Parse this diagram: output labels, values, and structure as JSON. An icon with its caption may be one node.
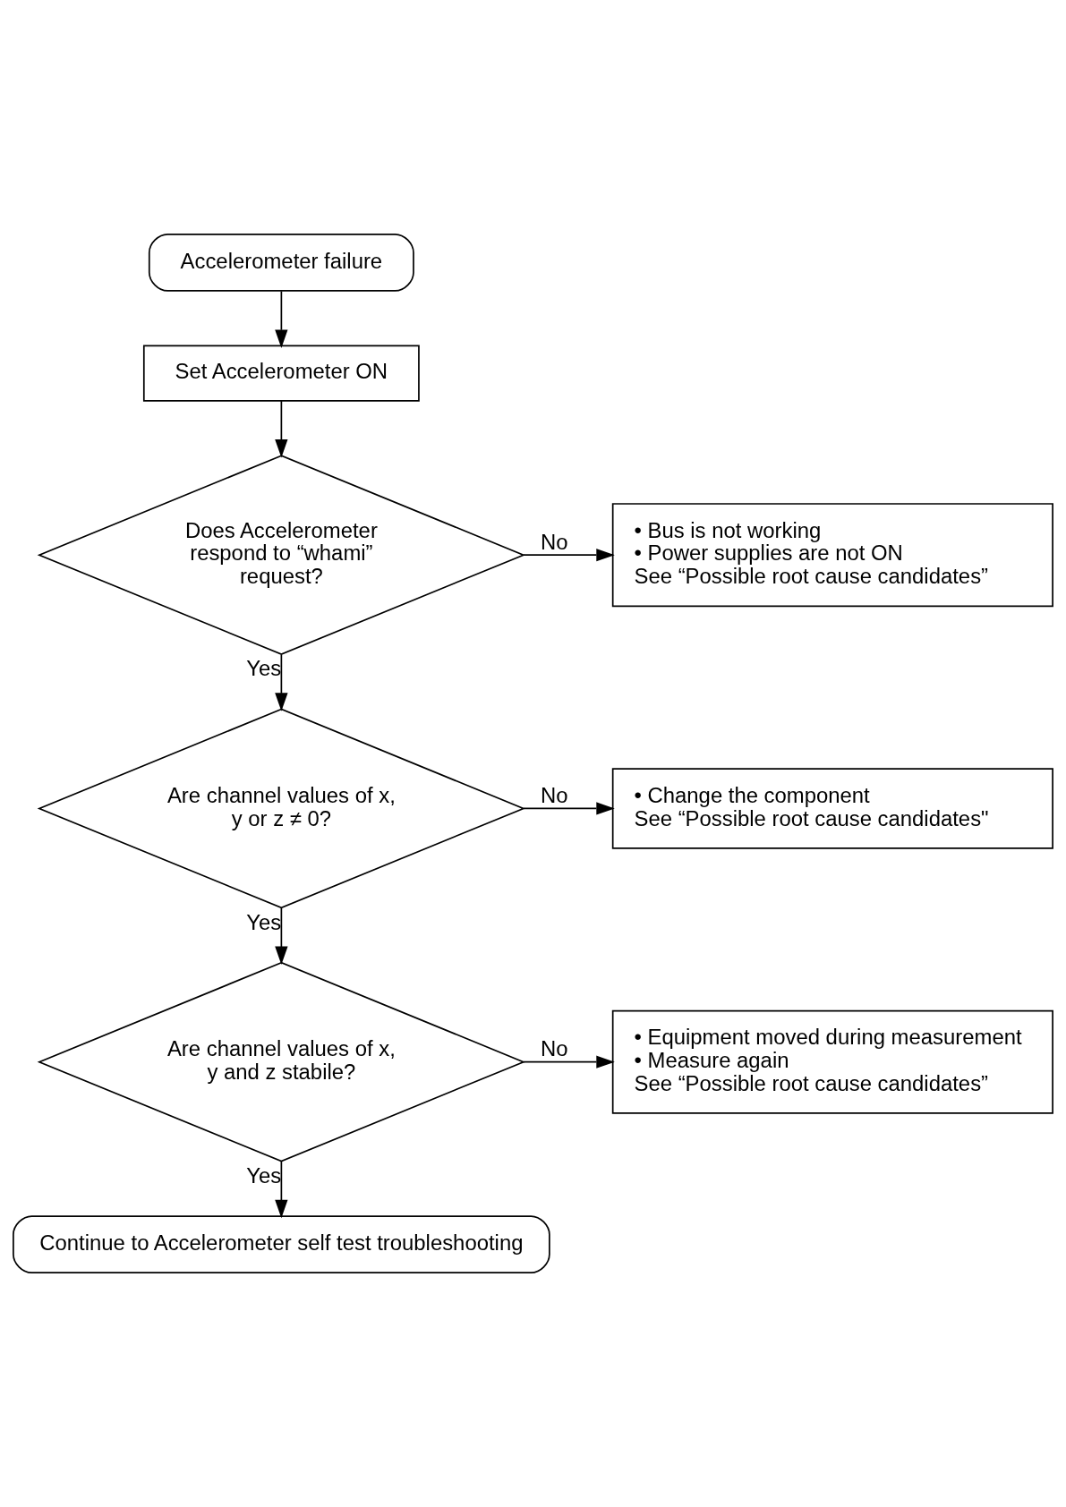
{
  "diagram": {
    "nodes": [
      {
        "text": [
          "Accelerometer failure"
        ]
      },
      {
        "text": [
          "Set Accelerometer ON"
        ]
      },
      {
        "text": [
          "Does Accelerometer respond to “whami” request?"
        ]
      },
      {
        "text": [
          "• Bus is not working",
          "• Power supplies are not ON",
          "See “Possible root cause candidates”"
        ]
      },
      {
        "text": [
          "Are channel values of x, y or z ≠ 0?"
        ]
      },
      {
        "text": [
          "• Change the component",
          "See “Possible root cause candidates\""
        ]
      },
      {
        "text": [
          "Are channel values of x, y and z stabile?"
        ]
      },
      {
        "text": [
          "• Equipment moved during measurement",
          "• Measure again",
          "See “Possible root cause candidates”"
        ]
      },
      {
        "text": [
          "Continue to Accelerometer self test troubleshooting"
        ]
      }
    ],
    "edges": [
      {
        "from": 0,
        "to": 1,
        "arrow": "to"
      },
      {
        "from": 1,
        "to": 2,
        "arrow": "to"
      },
      {
        "from": 2,
        "to": 3,
        "arrow": "to",
        "label": "No"
      },
      {
        "from": 2,
        "to": 4,
        "arrow": "to",
        "label": "Yes"
      },
      {
        "from": 4,
        "to": 5,
        "arrow": "to",
        "label": "No"
      },
      {
        "from": 4,
        "to": 6,
        "arrow": "to",
        "label": "Yes"
      },
      {
        "from": 6,
        "to": 7,
        "arrow": "to",
        "label": "No"
      },
      {
        "from": 6,
        "to": 8,
        "arrow": "to",
        "label": "Yes"
      }
    ]
  }
}
